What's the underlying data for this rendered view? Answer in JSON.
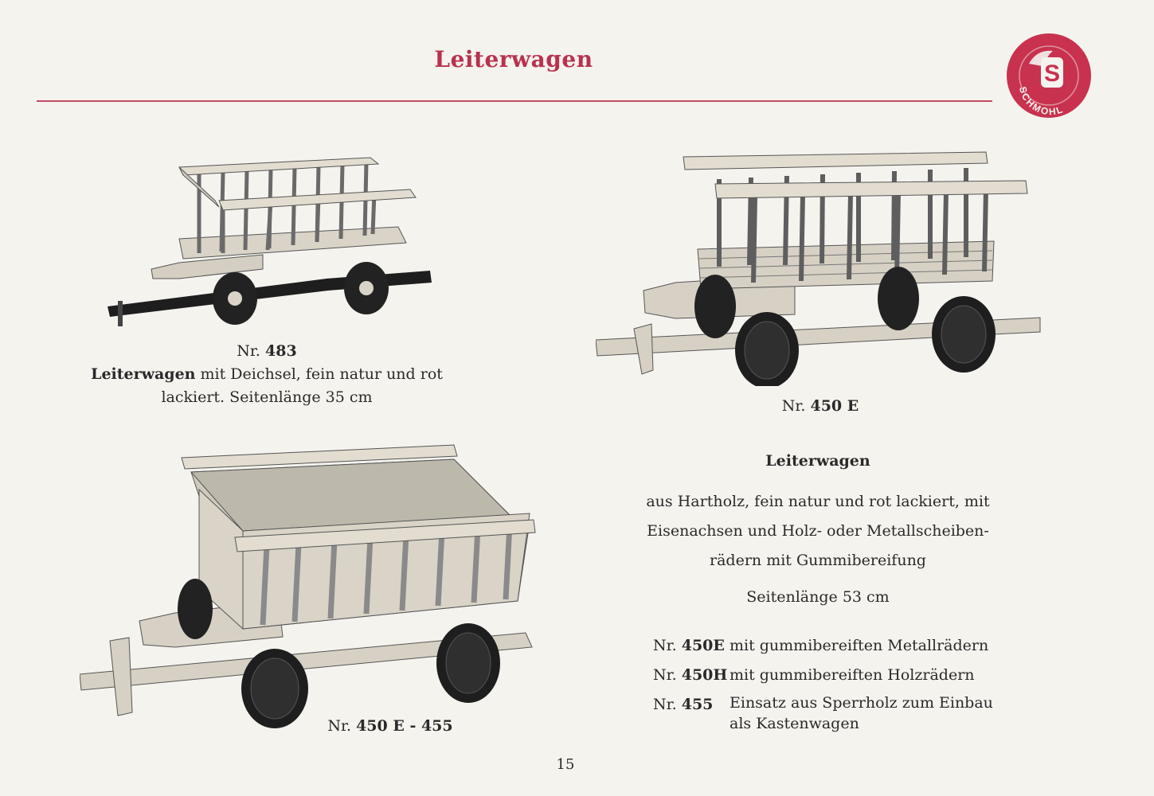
{
  "header": {
    "title": "Leiterwagen",
    "logo_text": "SCHMOHL",
    "logo_letter": "S"
  },
  "products": [
    {
      "nr_prefix": "Nr.",
      "nr": "483",
      "name": "Leiterwagen",
      "line1_rest": " mit Deichsel, fein natur und rot",
      "line2": "lackiert. Seitenlänge 35 cm"
    },
    {
      "nr_prefix": "Nr.",
      "nr": "450 E"
    },
    {
      "nr_prefix": "Nr.",
      "nr": "450 E - 455"
    }
  ],
  "description": {
    "heading": "Leiterwagen",
    "lines": [
      "aus Hartholz, fein natur und rot lackiert, mit",
      "Eisenachsen und Holz- oder Metallscheiben-",
      "rädern mit Gummibereifung"
    ],
    "size": "Seitenlänge 53 cm"
  },
  "variants": [
    {
      "prefix": "Nr.",
      "nr": "450E",
      "text": "mit gummibereiften Metallrädern"
    },
    {
      "prefix": "Nr.",
      "nr": "450H",
      "text": "mit gummibereiften Holzrädern"
    },
    {
      "prefix": "Nr.",
      "nr": "455",
      "text": "Einsatz aus Sperrholz zum Einbau\nals Kastenwagen"
    }
  ],
  "page_number": "15",
  "colors": {
    "accent": "#b8324e",
    "wood": "#d9d4c7",
    "wheel": "#2b2b2b"
  }
}
